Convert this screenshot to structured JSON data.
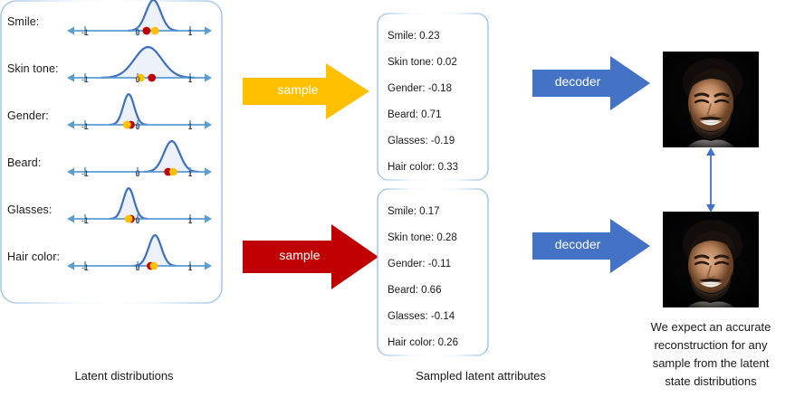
{
  "latent_panel": {
    "caption": "Latent distributions",
    "axis_ticks": [
      "-1",
      "0",
      "1"
    ],
    "rows": [
      {
        "label": "Smile:",
        "mean": 0.3,
        "sd": 0.14,
        "red": 0.17,
        "amber": 0.33
      },
      {
        "label": "Skin tone:",
        "mean": 0.2,
        "sd": 0.26,
        "red": 0.27,
        "amber": 0.06
      },
      {
        "label": "Gender:",
        "mean": -0.17,
        "sd": 0.09,
        "red": -0.13,
        "amber": -0.2
      },
      {
        "label": "Beard:",
        "mean": 0.65,
        "sd": 0.15,
        "red": 0.58,
        "amber": 0.68
      },
      {
        "label": "Glasses:",
        "mean": -0.17,
        "sd": 0.08,
        "red": -0.13,
        "amber": -0.17
      },
      {
        "label": "Hair color:",
        "mean": 0.33,
        "sd": 0.12,
        "red": 0.25,
        "amber": 0.31
      }
    ]
  },
  "arrows": {
    "sample_top_label": "sample",
    "sample_bottom_label": "sample",
    "decoder_top_label": "decoder",
    "decoder_bottom_label": "decoder"
  },
  "attributes": {
    "caption": "Sampled latent attributes",
    "top_sample": [
      "Smile:  0.23",
      "Skin tone: 0.02",
      "Gender: -0.18",
      "Beard: 0.71",
      "Glasses: -0.19",
      "Hair color: 0.33"
    ],
    "bottom_sample": [
      "Smile:  0.17",
      "Skin tone: 0.28",
      "Gender: -0.11",
      "Beard: 0.66",
      "Glasses: -0.14",
      "Hair color: 0.26"
    ]
  },
  "output": {
    "caption_line1": "We expect an accurate",
    "caption_line2": "reconstruction for any",
    "caption_line3": "sample from the latent",
    "caption_line4": "state distributions",
    "top_image_alt": "smiling bearded man portrait",
    "bottom_image_alt": "smiling bearded man portrait reconstruction"
  },
  "colors": {
    "blue": "#4472C4",
    "blue_light": "#5B9BD5",
    "amber": "#FFC000",
    "red": "#C00000",
    "curve": "#3E6EBF",
    "curve_fill": "#EDF2FA",
    "bracket": "#9DC3E6"
  }
}
